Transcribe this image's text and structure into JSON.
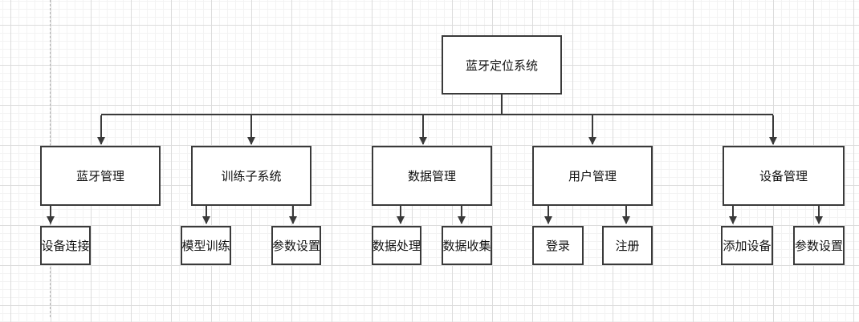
{
  "diagram": {
    "title": "蓝牙定位系统",
    "root": {
      "label": "蓝牙定位系统"
    },
    "branches": [
      {
        "label": "蓝牙管理",
        "children": [
          {
            "label": "设备连接"
          }
        ]
      },
      {
        "label": "训练子系统",
        "children": [
          {
            "label": "模型训练"
          },
          {
            "label": "参数设置"
          }
        ]
      },
      {
        "label": "数据管理",
        "children": [
          {
            "label": "数据处理"
          },
          {
            "label": "数据收集"
          }
        ]
      },
      {
        "label": "用户管理",
        "children": [
          {
            "label": "登录"
          },
          {
            "label": "注册"
          }
        ]
      },
      {
        "label": "设备管理",
        "children": [
          {
            "label": "添加设备"
          },
          {
            "label": "参数设置"
          }
        ]
      }
    ],
    "colors": {
      "box_fill": "#ffffff",
      "box_border": "#3a3a3a",
      "edge_line": "#3a3a3a",
      "grid_minor": "#f3f3f3",
      "grid_major": "#dcdcdc",
      "page_guide": "#b5b5b5"
    }
  }
}
